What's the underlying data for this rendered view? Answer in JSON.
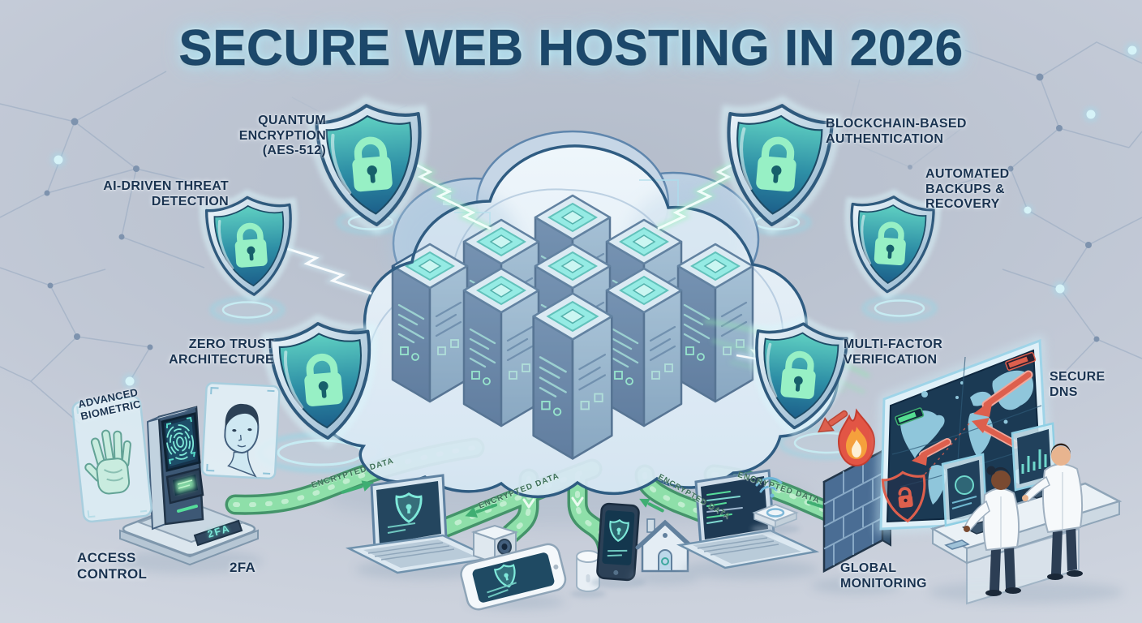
{
  "title": "SECURE WEB HOSTING IN 2026",
  "features": {
    "quantum_encryption": "QUANTUM ENCRYPTION (AES-512)",
    "ai_threat_detection": "AI-DRIVEN THREAT DETECTION",
    "zero_trust": "ZERO TRUST ARCHITECTURE",
    "blockchain_auth": "BLOCKCHAIN-BASED AUTHENTICATION",
    "automated_backups": "AUTOMATED BACKUPS & RECOVERY",
    "multi_factor": "MULTI-FACTOR VERIFICATION",
    "secure_dns": "SECURE DNS",
    "global_monitoring": "GLOBAL MONITORING",
    "access_control": "ACCESS CONTROL",
    "two_factor": "2FA",
    "advanced_biometric": "ADVANCED BIOMETRIC"
  },
  "data_flow": {
    "pipe_label": "ENCRYPTED DATA"
  },
  "kiosk": {
    "display_text": "2FA"
  },
  "colors": {
    "title_navy": "#1c486b",
    "label_navy": "#1a3350",
    "pipe_green": "#8edfa9",
    "shield_teal": "#2e8fa6",
    "lock_mint": "#97f0c5",
    "alert_red": "#dd5f4d",
    "glow_cyan": "#bfeaf5"
  }
}
